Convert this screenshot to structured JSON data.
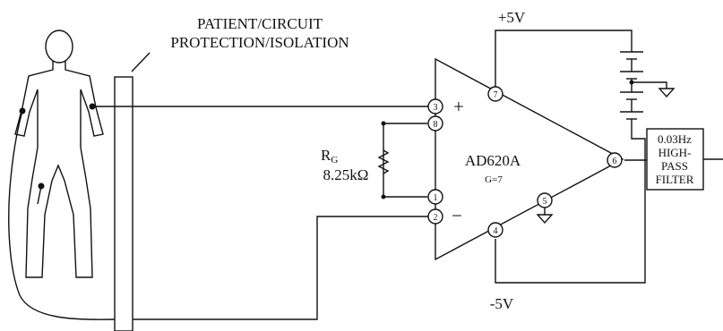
{
  "diagram": {
    "protection_label_line1": "PATIENT/CIRCUIT",
    "protection_label_line2": "PROTECTION/ISOLATION",
    "supply_positive": "+5V",
    "supply_negative": "-5V",
    "resistor_symbol": "R",
    "resistor_subscript": "G",
    "resistor_value": "8.25kΩ",
    "amp_name": "AD620A",
    "amp_gain": "G=7",
    "plus_sign": "+",
    "minus_sign": "−",
    "filter_line1": "0.03Hz",
    "filter_line2": "HIGH-",
    "filter_line3": "PASS",
    "filter_line4": "FILTER",
    "pins": {
      "p3": "3",
      "p8": "8",
      "p1": "1",
      "p2": "2",
      "p7": "7",
      "p4": "4",
      "p5": "5",
      "p6": "6"
    }
  }
}
